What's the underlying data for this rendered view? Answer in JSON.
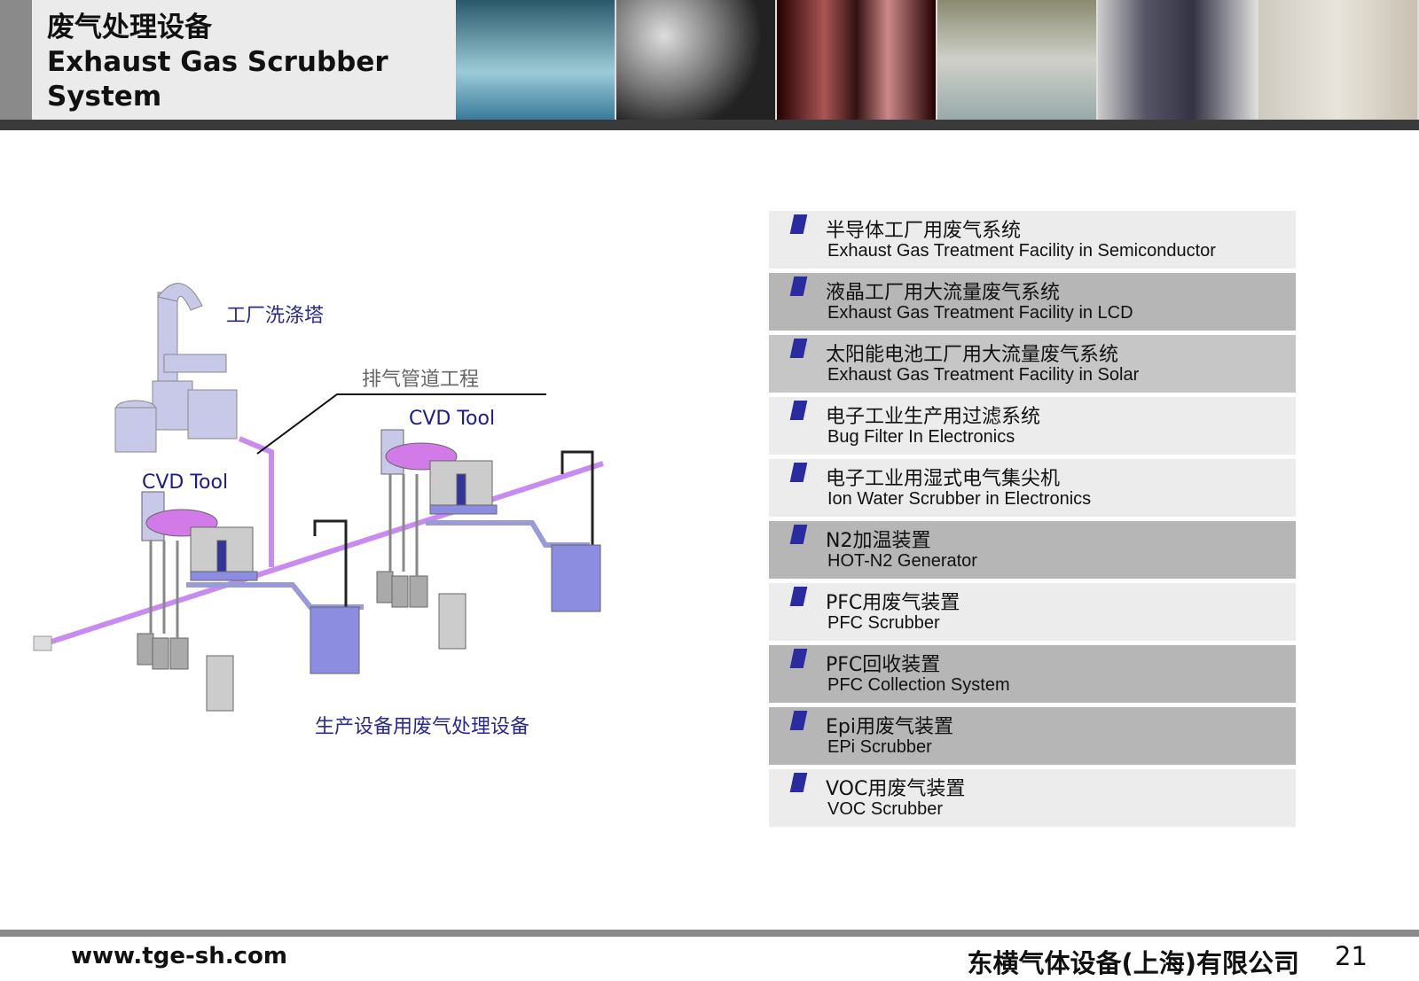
{
  "header": {
    "title_zh": "废气处理设备",
    "title_en_1": "Exhaust Gas Scrubber",
    "title_en_2": "System"
  },
  "diagram": {
    "factory_scrubber": "工厂洗涤塔",
    "exhaust_duct": "排气管道工程",
    "cvd_tool_left": "CVD Tool",
    "cvd_tool_right": "CVD Tool",
    "production_scrubber": "生产设备用废气处理设备",
    "colors": {
      "pipe": "#c88cf0",
      "equipment": "#b8b8e0",
      "label": "#2a2a8c"
    }
  },
  "items": [
    {
      "zh": "半导体工厂用废气系统",
      "en": "Exhaust Gas Treatment Facility in Semiconductor"
    },
    {
      "zh": "液晶工厂用大流量废气系统",
      "en": "Exhaust Gas Treatment Facility in LCD"
    },
    {
      "zh": "太阳能电池工厂用大流量废气系统",
      "en": "Exhaust Gas Treatment Facility in Solar"
    },
    {
      "zh": "电子工业生产用过滤系统",
      "en": "Bug Filter In Electronics"
    },
    {
      "zh": "电子工业用湿式电气集尖机",
      "en": "Ion Water Scrubber in Electronics"
    },
    {
      "zh": "N2加温装置",
      "en": "HOT-N2 Generator"
    },
    {
      "zh": "PFC用废气装置",
      "en": "PFC Scrubber"
    },
    {
      "zh": "PFC回收装置",
      "en": "PFC Collection System"
    },
    {
      "zh": "Epi用废气装置",
      "en": "EPi Scrubber"
    },
    {
      "zh": "VOC用废气装置",
      "en": "VOC Scrubber"
    }
  ],
  "footer": {
    "website": "www.tge-sh.com",
    "company": "东横气体设备(上海)有限公司",
    "page": "21"
  }
}
